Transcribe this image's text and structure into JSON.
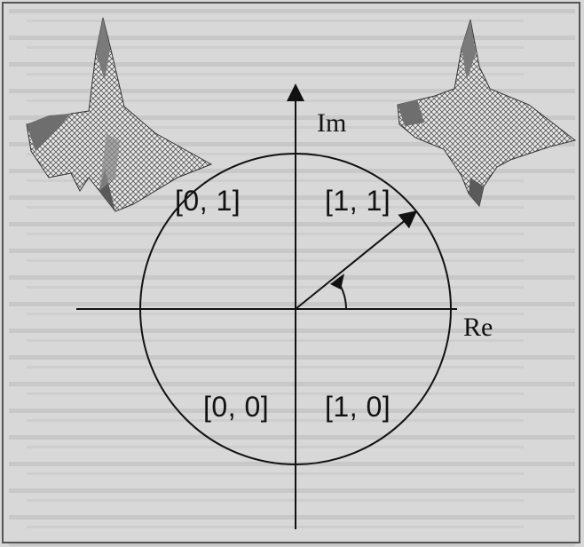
{
  "axes": {
    "real_label": "Re",
    "imaginary_label": "Im"
  },
  "quadrants": {
    "top_left": "[0, 1]",
    "top_right": "[1, 1]",
    "bottom_left": "[0, 0]",
    "bottom_right": "[1, 0]"
  },
  "colors": {
    "ink": "#111111",
    "background": "#d8d8d8",
    "surface_shade": "#9a9a9a"
  },
  "icons": [
    "left-wave-surface-graphic",
    "right-wave-surface-graphic",
    "unit-circle",
    "angle-arc-arrow",
    "radius-arrow"
  ]
}
